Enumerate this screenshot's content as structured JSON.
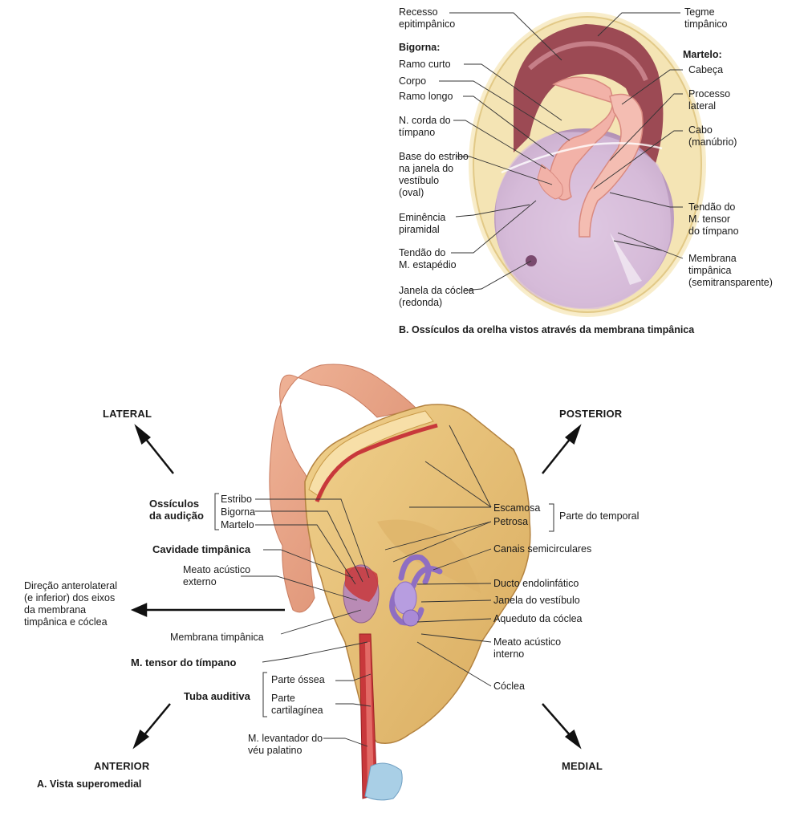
{
  "panel_b": {
    "caption": "B. Ossículos da orelha vistos através da membrana timpânica",
    "labels": {
      "recesso": [
        "Recesso",
        "epitimpânico"
      ],
      "tegme": [
        "Tegme",
        "timpânico"
      ],
      "bigorna_title": "Bigorna:",
      "ramo_curto": "Ramo curto",
      "corpo": "Corpo",
      "ramo_longo": "Ramo longo",
      "corda": [
        "N. corda do",
        "tímpano"
      ],
      "base_estribo": [
        "Base do estribo",
        "na janela do",
        "vestíbulo",
        "(oval)"
      ],
      "eminencia": [
        "Eminência",
        "piramidal"
      ],
      "tendao_estapedio": [
        "Tendão do",
        "M. estapédio"
      ],
      "janela_coclea": [
        "Janela da cóclea",
        "(redonda)"
      ],
      "martelo_title": "Martelo:",
      "cabeca": "Cabeça",
      "processo": [
        "Processo",
        "lateral"
      ],
      "cabo": [
        "Cabo",
        "(manúbrio)"
      ],
      "tendao_tensor": [
        "Tendão do",
        "M. tensor",
        "do tímpano"
      ],
      "membrana": [
        "Membrana",
        "timpânica",
        "(semitransparente)"
      ]
    }
  },
  "panel_a": {
    "caption": "A. Vista superomedial",
    "directions": {
      "lateral": "LATERAL",
      "posterior": "POSTERIOR",
      "anterior": "ANTERIOR",
      "medial": "MEDIAL"
    },
    "labels": {
      "ossiculos": [
        "Ossículos",
        "da audição"
      ],
      "estribo": "Estribo",
      "bigorna": "Bigorna",
      "martelo": "Martelo",
      "cavidade": "Cavidade timpânica",
      "meato_externo": [
        "Meato acústico",
        "externo"
      ],
      "direcao": [
        "Direção anterolateral",
        "(e inferior) dos eixos",
        "da membrana",
        "timpânica e cóclea"
      ],
      "membrana": "Membrana timpânica",
      "tensor": "M. tensor do tímpano",
      "parte_ossea": "Parte óssea",
      "tuba": "Tuba auditiva",
      "parte_cart": [
        "Parte",
        "cartilagínea"
      ],
      "levantador": [
        "M. levantador do",
        "véu palatino"
      ],
      "escamosa": "Escamosa",
      "petrosa": "Petrosa",
      "parte_temporal": "Parte do temporal",
      "canais": "Canais semicirculares",
      "ducto": "Ducto endolinfático",
      "janela_vestibulo": "Janela do vestíbulo",
      "aqueduto": "Aqueduto da cóclea",
      "meato_interno": [
        "Meato acústico",
        "interno"
      ],
      "coclea": "Cóclea"
    }
  },
  "colors": {
    "bone": "#e9c27a",
    "bone_dark": "#c99a48",
    "membrane": "#cfb1d2",
    "ossicle": "#f2b2a8",
    "muscle": "#c8383b",
    "labyrinth": "#8f6ec2",
    "mucosa": "#9c4a54"
  }
}
